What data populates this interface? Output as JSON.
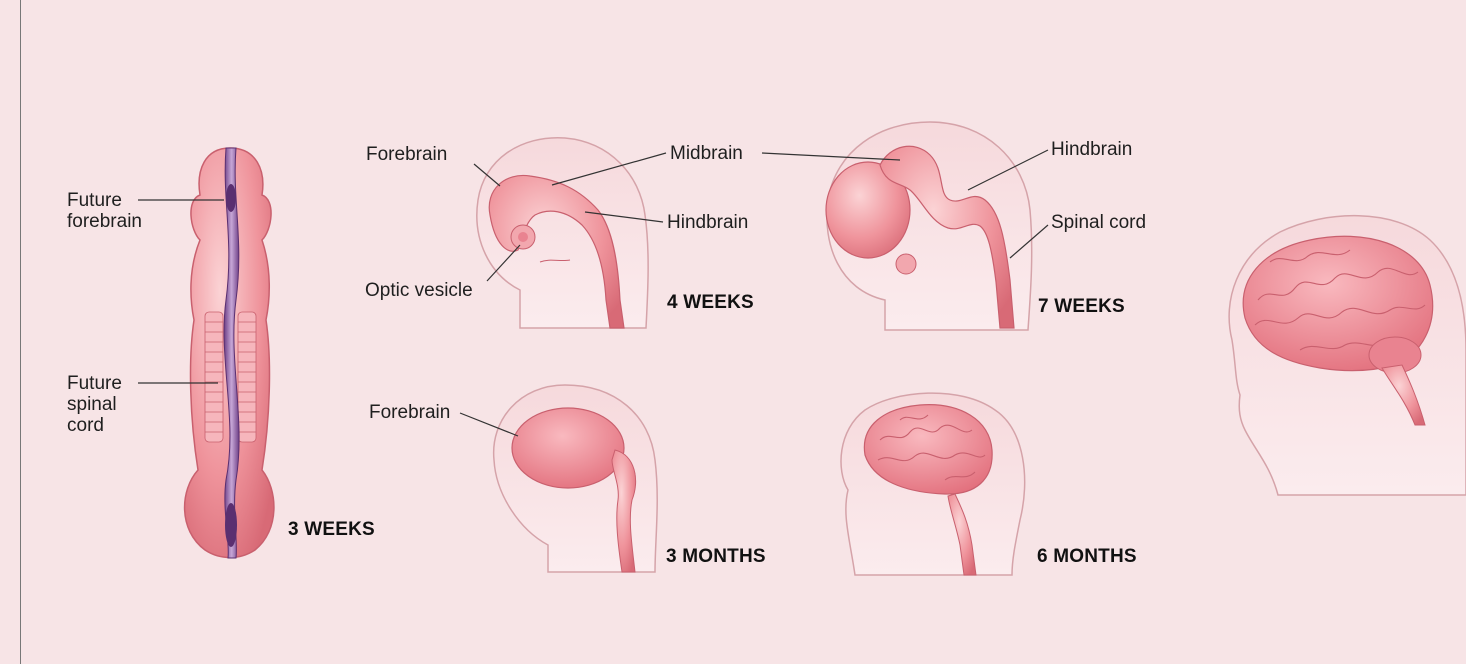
{
  "stages": {
    "weeks3": {
      "label": "3  WEEKS"
    },
    "weeks4": {
      "label": "4 WEEKS"
    },
    "weeks7": {
      "label": "7 WEEKS"
    },
    "months3": {
      "label": "3  MONTHS"
    },
    "months6": {
      "label": "6  MONTHS"
    }
  },
  "labels": {
    "future_forebrain": "Future\nforebrain",
    "future_spinal_cord": "Future\nspinal\ncord",
    "forebrain_4w": "Forebrain",
    "midbrain_4w": "Midbrain",
    "hindbrain_4w": "Hindbrain",
    "optic_vesicle": "Optic vesicle",
    "hindbrain_7w": "Hindbrain",
    "spinal_cord_7w": "Spinal cord",
    "forebrain_3m": "Forebrain"
  },
  "colors": {
    "background": "#f7e4e6",
    "tissue_pink": "#ee8c96",
    "tissue_light": "#f6c3c6",
    "neural_tube": "#8e5aa0",
    "leader_line": "#333333"
  }
}
